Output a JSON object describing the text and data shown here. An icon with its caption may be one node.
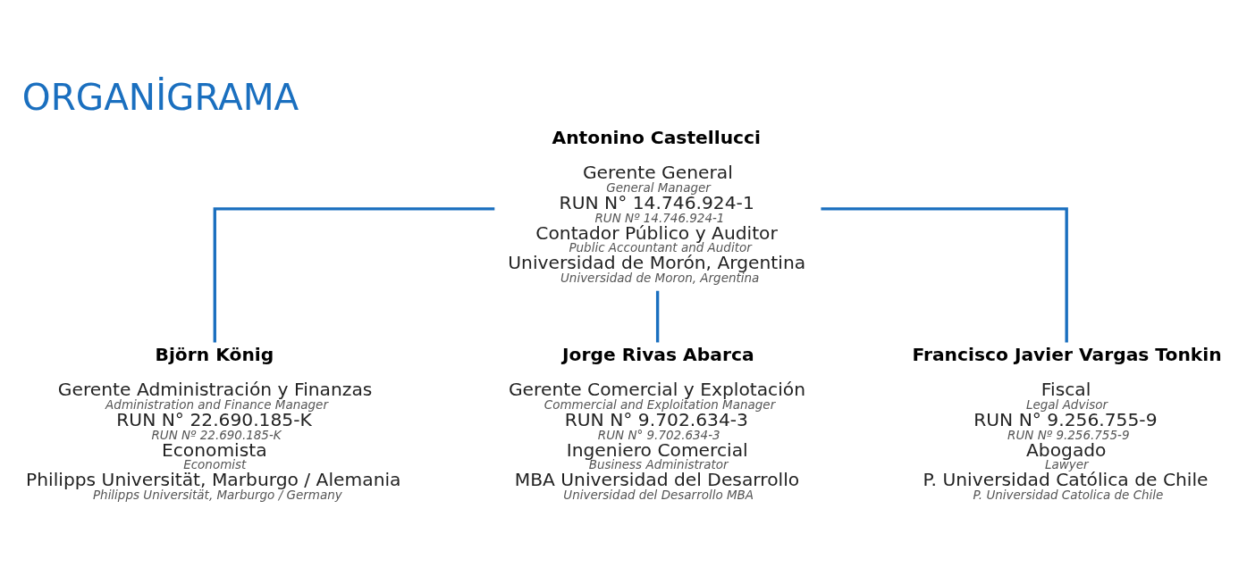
{
  "diagram": {
    "title": "ORGANİGRAMA",
    "nodes": [
      {
        "text": [
          "Antonino Castellucci",
          "Gerente General",
          "General Manager",
          "RUN N° 14.746.924-1",
          "RUN Nº 14.746.924-1",
          "Contador Público y Auditor",
          "Public Accountant and Auditor",
          "Universidad de Morón, Argentina",
          "Universidad de Moron, Argentina"
        ]
      },
      {
        "text": [
          "Björn König",
          "Gerente Administración y Finanzas",
          "Administration and Finance Manager",
          "RUN N° 22.690.185-K",
          "RUN Nº 22.690.185-K",
          "Economista",
          "Economist",
          "Philipps Universität, Marburgo / Alemania",
          "Philipps Universität, Marburgo / Germany"
        ]
      },
      {
        "text": [
          "Jorge Rivas Abarca",
          "Gerente Comercial y Explotación",
          "Commercial and Exploitation Manager",
          "RUN N° 9.702.634-3",
          "RUN N° 9.702.634-3",
          "Ingeniero Comercial",
          "Business Administrator",
          "MBA Universidad del Desarrollo",
          "Universidad del Desarrollo MBA"
        ]
      },
      {
        "text": [
          "Francisco Javier Vargas Tonkin",
          "Fiscal",
          "Legal Advisor",
          "RUN N° 9.256.755-9",
          "RUN Nº 9.256.755-9",
          "Abogado",
          "Lawyer",
          "P. Universidad Católica de Chile",
          "P. Universidad Catolica de Chile"
        ]
      }
    ],
    "edges": [
      {
        "from": 0,
        "to": 1,
        "arrow": "none"
      },
      {
        "from": 0,
        "to": 2,
        "arrow": "none"
      },
      {
        "from": 0,
        "to": 3,
        "arrow": "none"
      }
    ]
  }
}
